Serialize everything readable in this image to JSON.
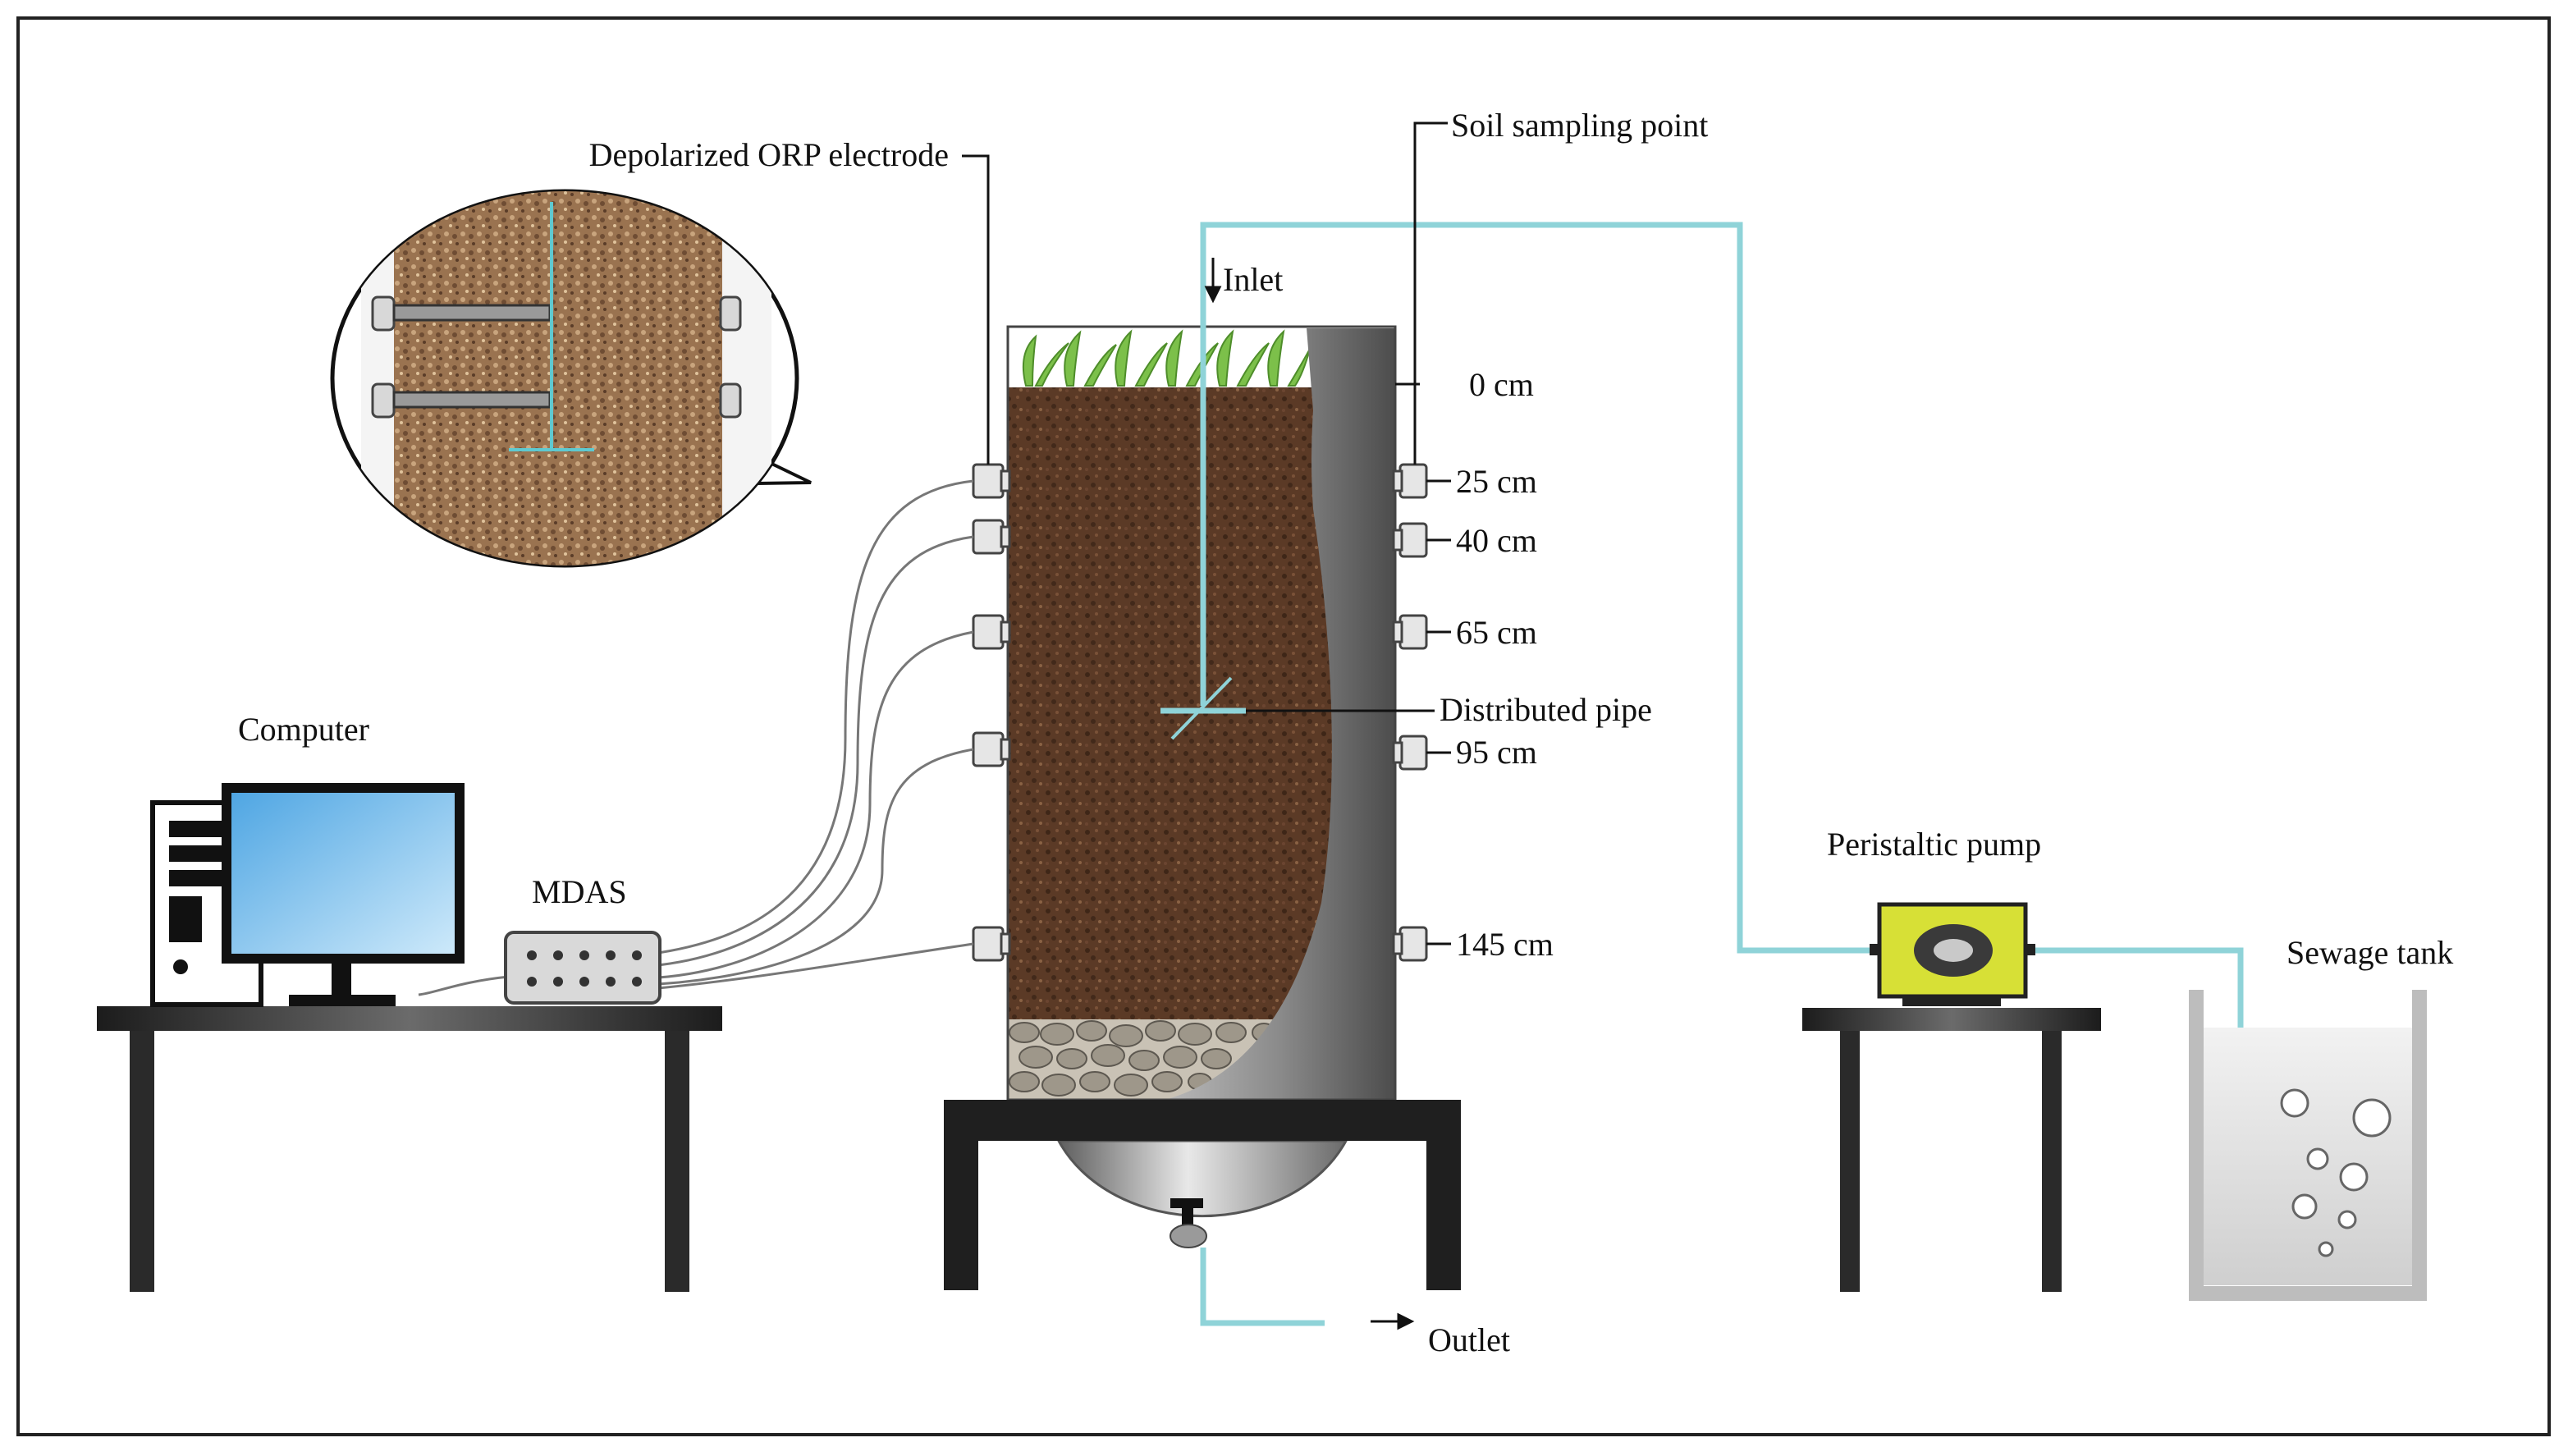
{
  "labels": {
    "depolarized_orp_electrode": "Depolarized ORP electrode",
    "soil_sampling_point": "Soil sampling point",
    "inlet": "Inlet",
    "distributed_pipe": "Distributed pipe",
    "computer": "Computer",
    "mdas": "MDAS",
    "peristaltic_pump": "Peristaltic pump",
    "sewage_tank": "Sewage tank",
    "outlet": "Outlet"
  },
  "depths": [
    {
      "label": "0 cm"
    },
    {
      "label": "25 cm"
    },
    {
      "label": "40 cm"
    },
    {
      "label": "65 cm"
    },
    {
      "label": "95 cm"
    },
    {
      "label": "145 cm"
    }
  ],
  "colors": {
    "pipe": "#8fd3d8",
    "soil": "#5b3a26",
    "column_wall": "#6f6f6f",
    "furniture": "#2a2a2a",
    "pump_body": "#d7e036",
    "plant": "#7cc04a",
    "monitor_screen": "#7fc4f0"
  }
}
